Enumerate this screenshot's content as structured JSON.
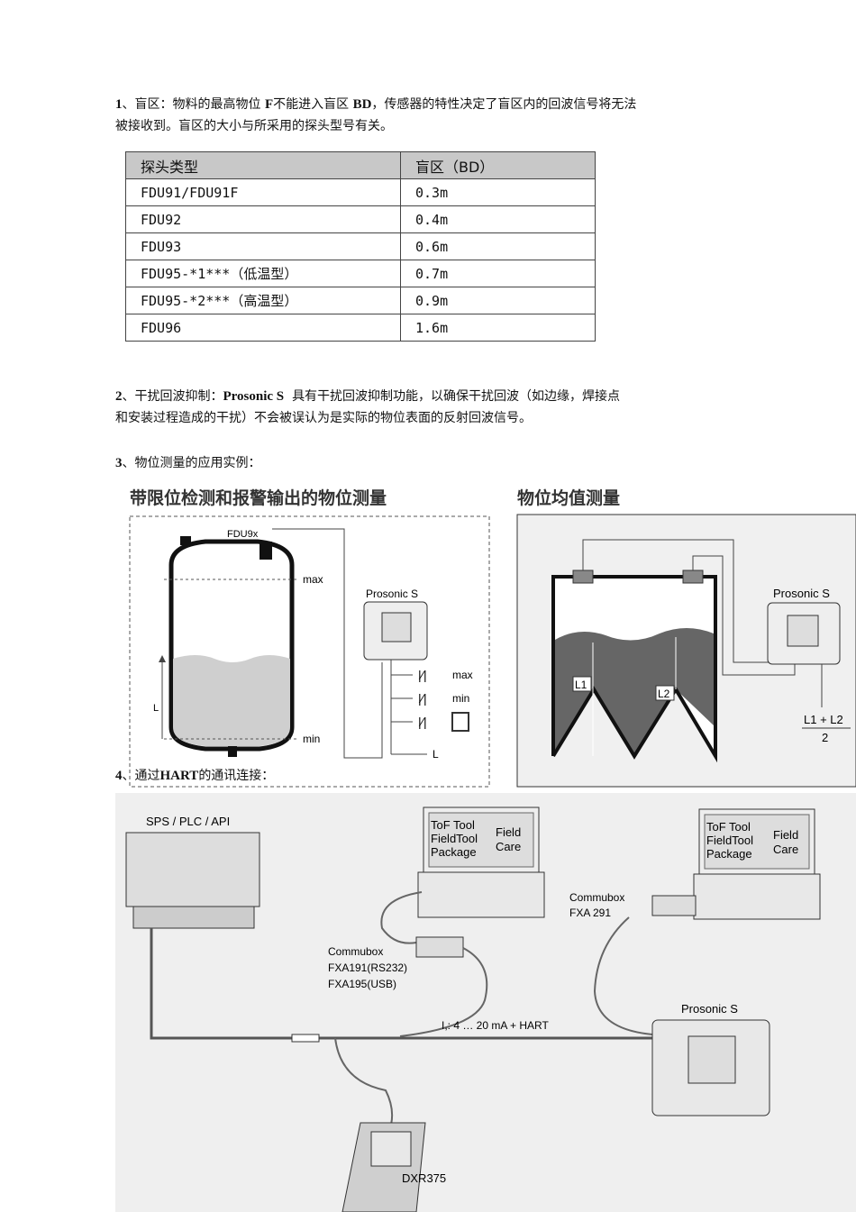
{
  "section1": {
    "num": "1",
    "title": "、盲区",
    "t1": "：物料的最高物位",
    "F": "F",
    "t2": "不能进入盲区",
    "BD": "BD",
    "t3": "，传感器的特性决定了盲区内的回波信号将无法",
    "line2": "被接收到。盲区的大小与所采用的探头型号有关。"
  },
  "table": {
    "headers": [
      "探头类型",
      "盲区（BD）"
    ],
    "rows": [
      [
        "FDU91/FDU91F",
        "0.3m"
      ],
      [
        "FDU92",
        "0.4m"
      ],
      [
        "FDU93",
        "0.6m"
      ],
      [
        "FDU95-*1***（低温型）",
        "0.7m"
      ],
      [
        "FDU95-*2***（高温型）",
        "0.9m"
      ],
      [
        "FDU96",
        "1.6m"
      ]
    ]
  },
  "section2": {
    "num": "2",
    "title": "、干扰回波抑制：",
    "product": "Prosonic S",
    "t1": "具有干扰回波抑制功能，以确保干扰回波（如边缘，焊接点",
    "line2": "和安装过程造成的干扰）不会被误认为是实际的物位表面的反射回波信号。"
  },
  "section3": {
    "num": "3",
    "title": "、物位测量的应用实例："
  },
  "section4": {
    "num": "4",
    "t1": "、通过",
    "hart": "HART",
    "t2": "的通讯连接："
  },
  "fig_left": {
    "title": "带限位检测和报警输出的物位测量",
    "sensor": "FDU9x",
    "max": "max",
    "min": "min",
    "L": "L",
    "device": "Prosonic S",
    "out_max": "max",
    "out_min": "min",
    "out_L": "L"
  },
  "fig_right": {
    "title": "物位均值测量",
    "device": "Prosonic S",
    "L1": "L1",
    "L2": "L2",
    "formula_num": "L1 + L2",
    "formula_den": "2"
  },
  "fig_hart": {
    "sps": "SPS / PLC / API",
    "laptop_a1": "ToF Tool",
    "laptop_a2": "FieldTool",
    "laptop_a3": "Package",
    "field": "Field",
    "care": "Care",
    "commubox1": "Commubox",
    "fxa191": "FXA191(RS232)",
    "fxa195": "FXA195(USB)",
    "commubox2": "Commubox",
    "fxa291": "FXA 291",
    "signal": "I,: 4 … 20 mA + HART",
    "device": "Prosonic S",
    "dxr": "DXR375"
  }
}
